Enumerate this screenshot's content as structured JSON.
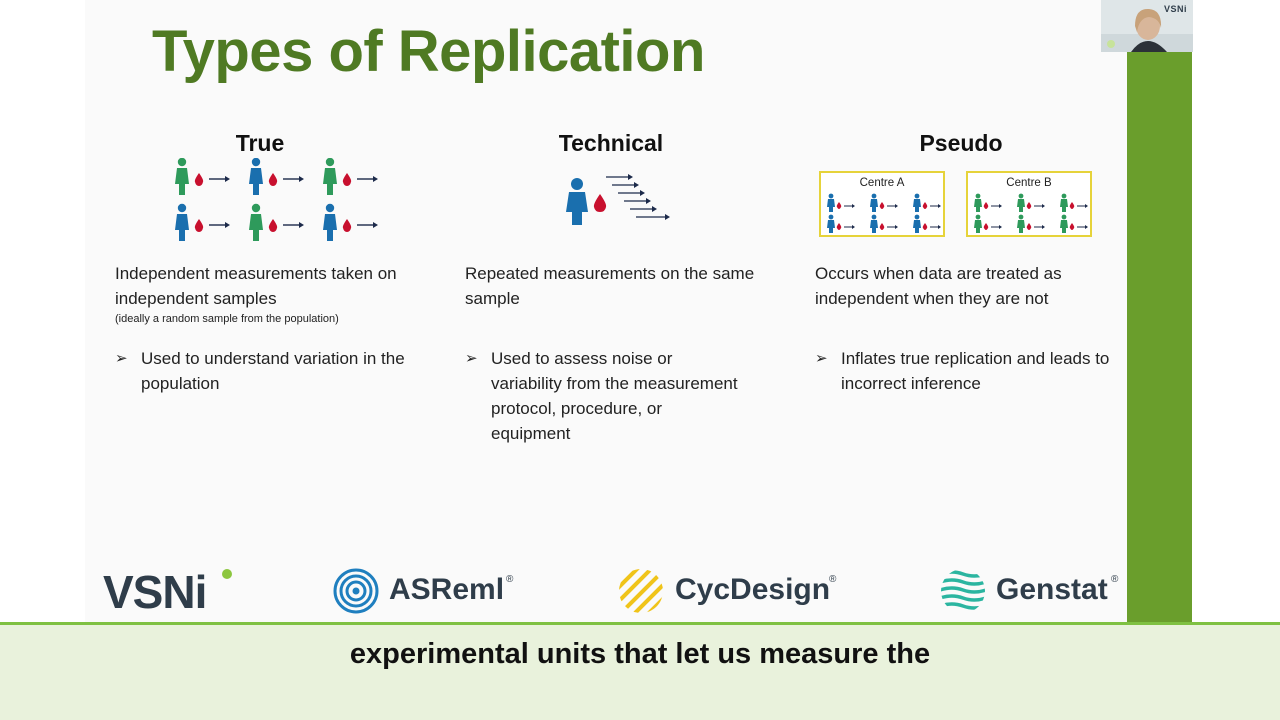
{
  "slide": {
    "title": "Types of Replication",
    "columns": [
      {
        "heading": "True",
        "description": "Independent measurements taken on independent samples",
        "note": "(ideally a random sample from the population)",
        "bullet": "Used to understand variation in the population"
      },
      {
        "heading": "Technical",
        "description": "Repeated measurements on the same sample",
        "note": "",
        "bullet": "Used to assess noise or variability from the measurement protocol, procedure, or equipment"
      },
      {
        "heading": "Pseudo",
        "description": "Occurs when data are treated as independent when they are not",
        "note": "",
        "bullet": "Inflates true replication and leads to incorrect inference"
      }
    ],
    "centres": [
      "Centre A",
      "Centre B"
    ],
    "bullet_glyph": "➢",
    "logos": {
      "vsni": "VSNi",
      "asreml": "ASReml",
      "asreml_mark": "®",
      "cycdesign": "CycDesign",
      "cycdesign_mark": "®",
      "genstat": "Genstat",
      "genstat_mark": "®"
    }
  },
  "webcam": {
    "brand": "VSNi"
  },
  "caption": {
    "text": "experimental units that let us measure the"
  },
  "colors": {
    "title_green": "#4f7a23",
    "bar_green": "#6a9e2c",
    "person_green": "#2e9a5b",
    "person_blue": "#1a6fae",
    "drop_red": "#c8102e",
    "arrow_navy": "#1c2a4a",
    "box_yellow": "#e6d33a",
    "caption_bg": "#e9f2dc"
  }
}
